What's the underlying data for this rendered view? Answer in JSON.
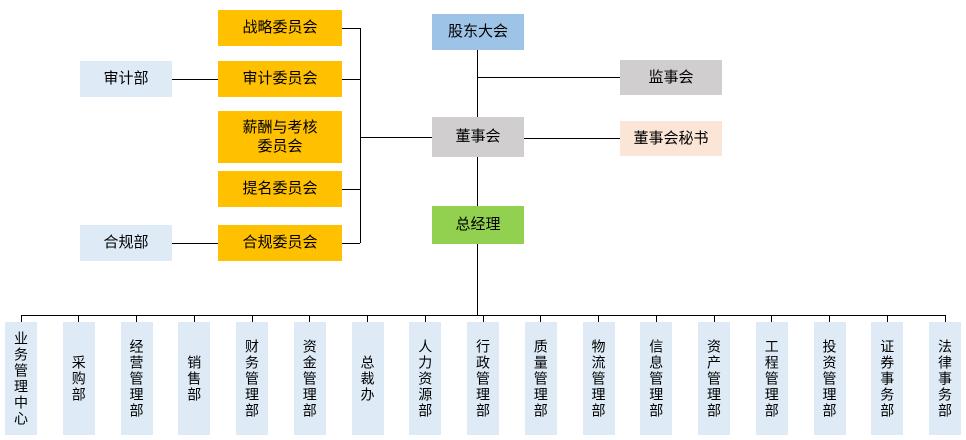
{
  "colors": {
    "committee_orange": "#FFC000",
    "department_blue": "#DEEBF7",
    "shareholders_blue": "#9DC3E6",
    "governance_gray": "#D0CECE",
    "secretary_peach": "#FBE5D6",
    "manager_green": "#92D050",
    "line_color": "#000000"
  },
  "governance": {
    "shareholders_meeting": "股东大会",
    "supervisory_board": "监事会",
    "board_of_directors": "董事会",
    "board_secretary": "董事会秘书",
    "general_manager": "总经理"
  },
  "committees": [
    {
      "label": "战略委员会"
    },
    {
      "label": "审计委员会"
    },
    {
      "label": "薪酬与考核委员会"
    },
    {
      "label": "提名委员会"
    },
    {
      "label": "合规委员会"
    }
  ],
  "left_departments": [
    {
      "label": "审计部"
    },
    {
      "label": "合规部"
    }
  ],
  "departments": [
    {
      "label": "业务管理中心"
    },
    {
      "label": "采购部"
    },
    {
      "label": "经营管理部"
    },
    {
      "label": "销售部"
    },
    {
      "label": "财务管理部"
    },
    {
      "label": "资金管理部"
    },
    {
      "label": "总裁办"
    },
    {
      "label": "人力资源部"
    },
    {
      "label": "行政管理部"
    },
    {
      "label": "质量管理部"
    },
    {
      "label": "物流管理部"
    },
    {
      "label": "信息管理部"
    },
    {
      "label": "资产管理部"
    },
    {
      "label": "工程管理部"
    },
    {
      "label": "投资管理部"
    },
    {
      "label": "证券事务部"
    },
    {
      "label": "法律事务部"
    }
  ]
}
